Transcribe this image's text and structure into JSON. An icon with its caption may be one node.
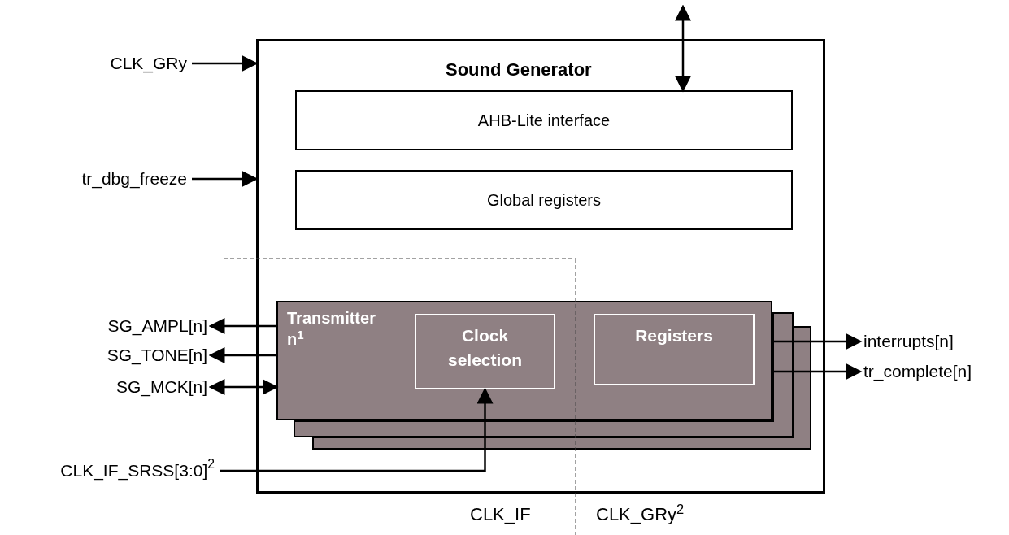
{
  "diagram": {
    "nodes": [
      {
        "text": [
          "Sound Generator"
        ]
      },
      {
        "text": [
          "AHB-Lite interface"
        ],
        "in": 0
      },
      {
        "text": [
          "Global registers"
        ],
        "in": 0
      },
      {
        "text": [
          "Transmitter n$^{1}$"
        ],
        "in": 0
      },
      {
        "text": [
          "Clock selection"
        ],
        "in": 3
      },
      {
        "text": [
          "Registers"
        ],
        "in": 3
      },
      {
        "text": [
          "CLK_GRy"
        ]
      },
      {
        "text": [
          "tr_dbg_freeze"
        ]
      },
      {
        "text": [
          "SG_AMPL[n]"
        ]
      },
      {
        "text": [
          "SG_TONE[n]"
        ]
      },
      {
        "text": [
          "SG_MCK[n]"
        ]
      },
      {
        "text": [
          "CLK_IF_SRSS[3:0]$^{2}$"
        ]
      },
      {
        "text": [
          "interrupts[n]"
        ]
      },
      {
        "text": [
          "tr_complete[n]"
        ]
      }
    ],
    "edges": [
      {
        "from": 6,
        "to": 0,
        "arrow": "to"
      },
      {
        "from": 7,
        "to": 0,
        "arrow": "to"
      },
      {
        "from": 3,
        "to": 8,
        "arrow": "to"
      },
      {
        "from": 3,
        "to": 9,
        "arrow": "to"
      },
      {
        "from": 10,
        "to": 3,
        "arrow": "both"
      },
      {
        "from": 11,
        "to": 4,
        "arrow": "to"
      },
      {
        "from": 3,
        "to": 12,
        "arrow": "to"
      },
      {
        "from": 3,
        "to": 13,
        "arrow": "to"
      },
      {
        "from": null,
        "to": 1,
        "arrow": "both"
      }
    ],
    "labels": [
      "CLK_IF",
      "CLK_GRy$^{2}$"
    ]
  }
}
